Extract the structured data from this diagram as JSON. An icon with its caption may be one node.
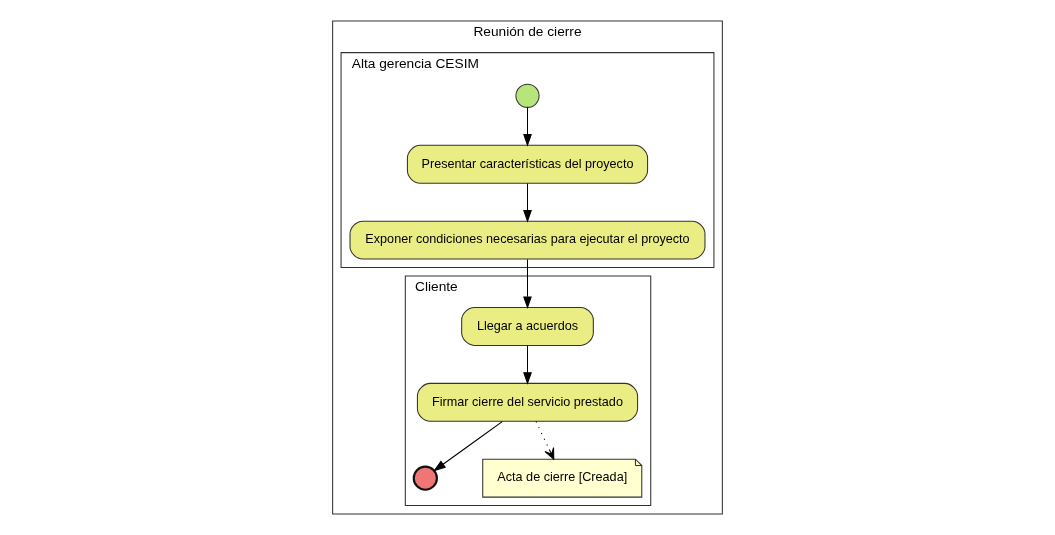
{
  "diagram": {
    "nodes": [
      {
        "text": [
          "Reunión de cierre"
        ]
      },
      {
        "text": [
          "Alta gerencia CESIM"
        ],
        "in": 0
      },
      {
        "text": [
          "Cliente"
        ],
        "in": 0
      },
      {
        "text": [],
        "shape": "circle",
        "in": 1
      },
      {
        "text": [
          "Presentar características del proyecto"
        ],
        "in": 1
      },
      {
        "text": [
          "Exponer condiciones necesarias para ejecutar el proyecto"
        ],
        "in": 1
      },
      {
        "text": [
          "Llegar a acuerdos"
        ],
        "in": 2
      },
      {
        "text": [
          "Firmar cierre del servicio prestado"
        ],
        "in": 2
      },
      {
        "text": [],
        "shape": "circle",
        "in": 2
      },
      {
        "text": [
          "Acta de cierre [Creada]"
        ],
        "in": 2
      }
    ],
    "edges": [
      {
        "from": 3,
        "to": 4,
        "arrow": "to"
      },
      {
        "from": 4,
        "to": 5,
        "arrow": "to"
      },
      {
        "from": 5,
        "to": 6,
        "arrow": "to"
      },
      {
        "from": 6,
        "to": 7,
        "arrow": "to"
      },
      {
        "from": 7,
        "to": 8,
        "arrow": "to"
      },
      {
        "from": 7,
        "to": 9,
        "arrow": "to",
        "style": "dashed"
      }
    ]
  }
}
